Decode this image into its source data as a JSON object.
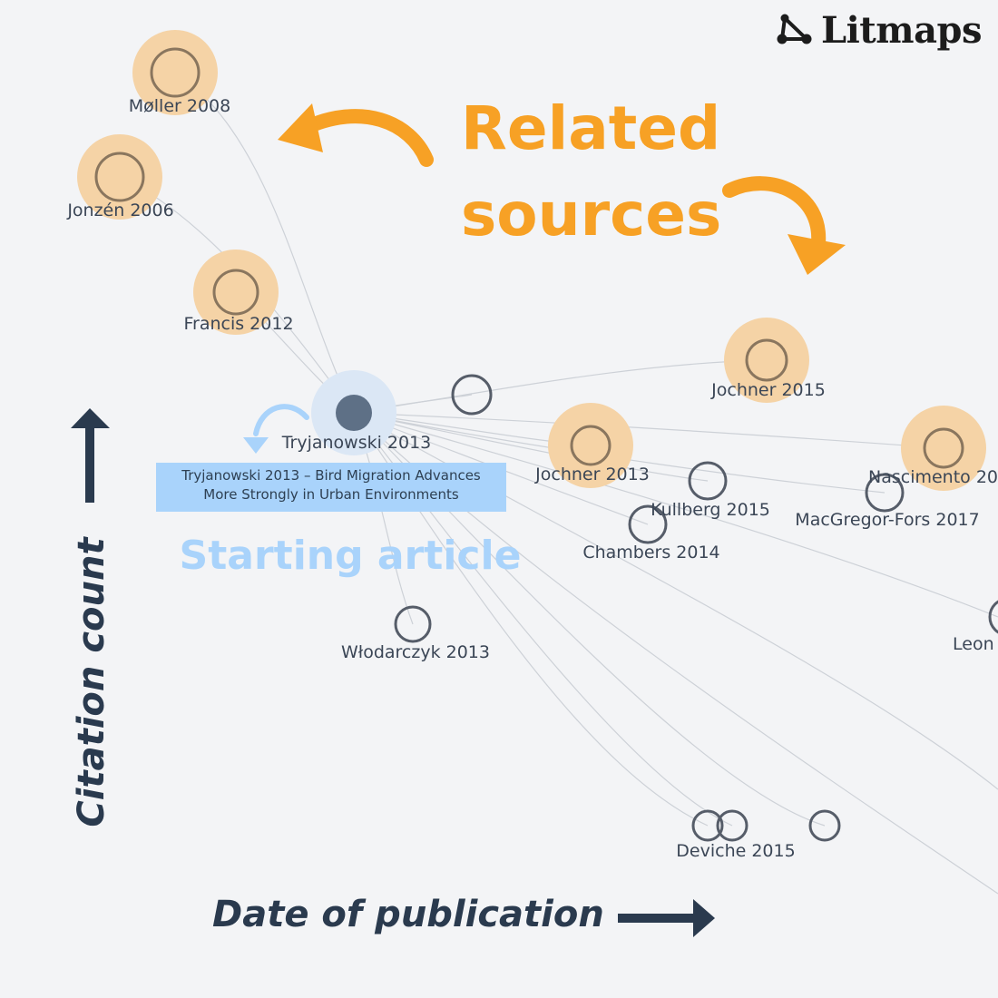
{
  "brand": {
    "name": "Litmaps"
  },
  "annotations": {
    "related_line1": "Related",
    "related_line2": "sources",
    "starting": "Starting article",
    "y_axis": "Citation count",
    "x_axis": "Date of publication"
  },
  "tooltip": {
    "line1": "Tryjanowski 2013 – Bird Migration Advances",
    "line2": "More Strongly in Urban Environments"
  },
  "nodes": {
    "moller": "Møller 2008",
    "jonzen": "Jonzén 2006",
    "francis": "Francis 2012",
    "tryjanowski": "Tryjanowski 2013",
    "jochner1": "Jochner 2015",
    "jochner2": "Jochner 2013",
    "kullberg": "Kullberg 2015",
    "chambers": "Chambers 2014",
    "nascimento": "Nascimento 20",
    "macgregor": "MacGregor-Fors 2017",
    "leon": "Leon",
    "wlodarczyk": "Włodarczyk 2013",
    "deviche": "Deviche 2015"
  },
  "colors": {
    "background": "#f3f4f6",
    "orange": "#f7a125",
    "highlight": "#f5d3a6",
    "node_stroke": "#565d69",
    "edge": "#cdd1d7",
    "start_fill": "#5e7086",
    "start_halo": "#dbe7f5",
    "starting_text": "#a9d3fb",
    "axis": "#2a3a4e",
    "tooltip_bg": "#a9d3fb"
  }
}
